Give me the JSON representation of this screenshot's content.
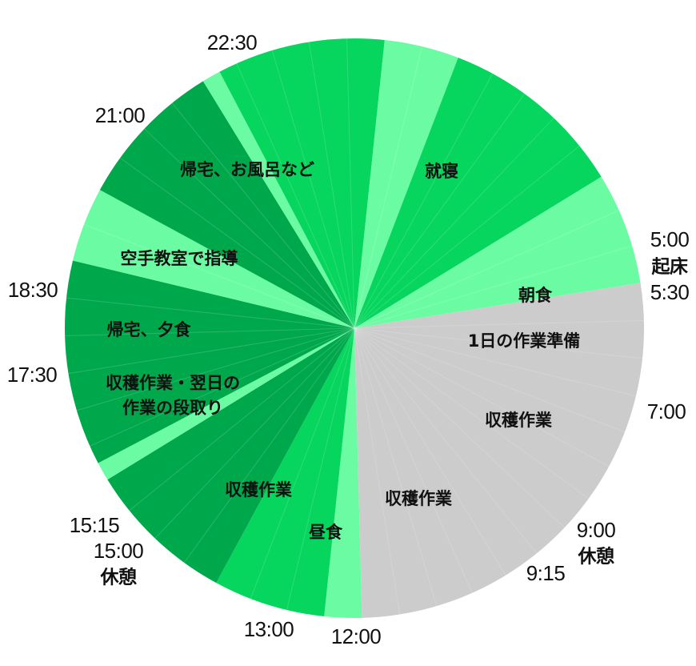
{
  "chart_data": {
    "type": "pie",
    "title": "",
    "segments": [
      {
        "start": "5:00",
        "end": "5:30",
        "label": "朝食",
        "color": "#6bfca3"
      },
      {
        "start": "5:30",
        "end": "7:00",
        "label": "1日の作業準備",
        "color": "#06d65e"
      },
      {
        "start": "7:00",
        "end": "9:00",
        "label": "収穫作業",
        "color": "#00a84c"
      },
      {
        "start": "9:00",
        "end": "9:15",
        "label": "",
        "color": "#6bfca3"
      },
      {
        "start": "9:15",
        "end": "12:00",
        "label": "収穫作業",
        "color": "#00a84c"
      },
      {
        "start": "12:00",
        "end": "13:00",
        "label": "昼食",
        "color": "#6bfca3"
      },
      {
        "start": "13:00",
        "end": "15:00",
        "label": "収穫作業",
        "color": "#00a84c"
      },
      {
        "start": "15:00",
        "end": "15:15",
        "label": "",
        "color": "#6bfca3"
      },
      {
        "start": "15:15",
        "end": "17:30",
        "label": [
          "収穫作業・翌日の",
          "作業の段取り"
        ],
        "color": "#06d65e"
      },
      {
        "start": "17:30",
        "end": "18:30",
        "label": "帰宅、夕食",
        "color": "#6bfca3"
      },
      {
        "start": "18:30",
        "end": "21:00",
        "label": "空手教室で指導",
        "color": "#06d65e"
      },
      {
        "start": "21:00",
        "end": "22:30",
        "label": "帰宅、お風呂など",
        "color": "#6bfca3"
      },
      {
        "start": "22:30",
        "end": "5:00",
        "label": "就寝",
        "color": "#cccccd"
      }
    ],
    "time_labels": [
      {
        "lines": [
          "22:30"
        ]
      },
      {
        "lines": [
          "21:00"
        ]
      },
      {
        "lines": [
          "5:00",
          "起床",
          "5:30"
        ]
      },
      {
        "lines": [
          "18:30"
        ]
      },
      {
        "lines": [
          "17:30"
        ]
      },
      {
        "lines": [
          "7:00"
        ]
      },
      {
        "lines": [
          "9:00",
          "休憩"
        ]
      },
      {
        "lines": [
          "9:15"
        ]
      },
      {
        "lines": [
          "15:15"
        ]
      },
      {
        "lines": [
          "15:00",
          "休憩"
        ]
      },
      {
        "lines": [
          "13:00"
        ]
      },
      {
        "lines": [
          "12:00"
        ]
      }
    ]
  }
}
